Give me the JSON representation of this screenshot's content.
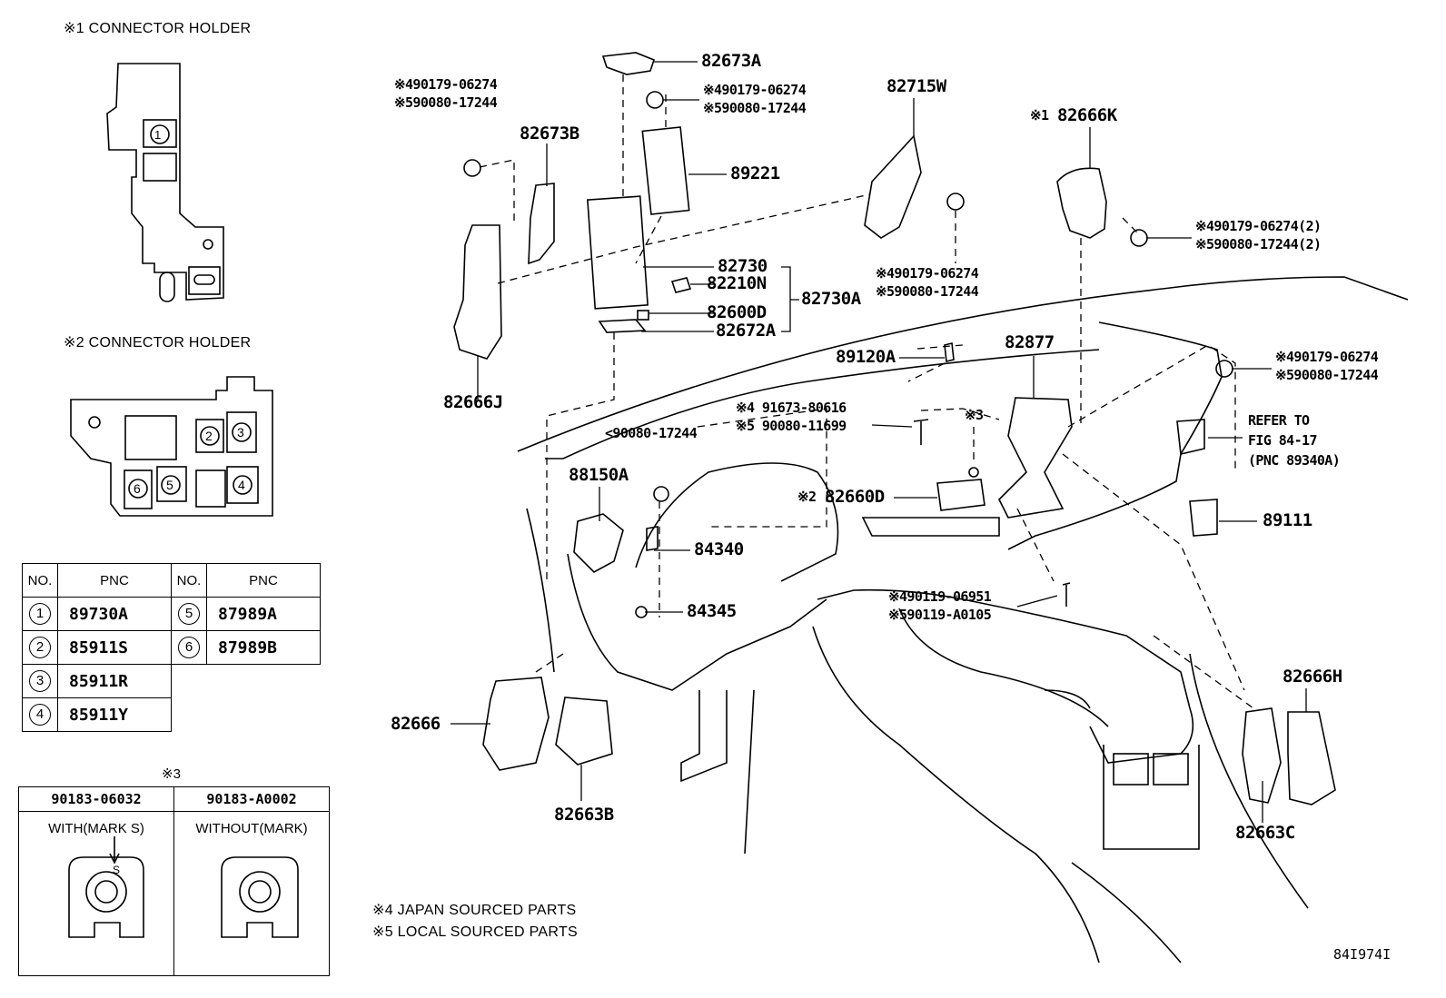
{
  "holder1": {
    "title": "※1 CONNECTOR HOLDER",
    "slot1": "1"
  },
  "holder2": {
    "title": "※2 CONNECTOR HOLDER",
    "slots": [
      "2",
      "3",
      "6",
      "5",
      "4"
    ]
  },
  "pnc_table": {
    "headers": [
      "NO.",
      "PNC",
      "NO.",
      "PNC"
    ],
    "rows": [
      {
        "no": "1",
        "pnc": "89730A",
        "no2": "5",
        "pnc2": "87989A"
      },
      {
        "no": "2",
        "pnc": "85911S",
        "no2": "6",
        "pnc2": "87989B"
      },
      {
        "no": "3",
        "pnc": "85911R"
      },
      {
        "no": "4",
        "pnc": "85911Y"
      }
    ]
  },
  "fastener_table": {
    "title": "※3",
    "col1": {
      "part": "90183-06032",
      "desc": "WITH(MARK S)",
      "mark": "S"
    },
    "col2": {
      "part": "90183-A0002",
      "desc": "WITHOUT(MARK)"
    }
  },
  "notes": [
    "※4 JAPAN SOURCED PARTS",
    "※5 LOCAL SOURCED PARTS"
  ],
  "figure_id": "84I974I",
  "labels": {
    "p82673A": "82673A",
    "p82673B": "82673B",
    "p89221": "89221",
    "p82730": "82730",
    "p82210N": "82210N",
    "p82600D": "82600D",
    "p82672A": "82672A",
    "p82730A": "82730A",
    "p82666J": "82666J",
    "p82715W": "82715W",
    "p82666K": "82666K",
    "p82666K_mark": "※1",
    "p89120A": "89120A",
    "p82877": "82877",
    "p88150A": "88150A",
    "p84340": "84340",
    "p84345": "84345",
    "p82660D": "82660D",
    "p82660D_mark": "※2",
    "p82666": "82666",
    "p82663B": "82663B",
    "p82666H": "82666H",
    "p82663C": "82663C",
    "p89111": "89111",
    "mark3": "※3",
    "refer1": "REFER TO",
    "refer2": "FIG 84-17",
    "refer3": "(PNC 89340A)",
    "clipA4": "※490179-06274",
    "clipA5": "※590080-17244",
    "clipB4": "※490179-06274",
    "clipB5": "※590080-17244",
    "clipC4": "※490179-06274",
    "clipC5": "※590080-17244",
    "clipD4": "※490179-06274(2)",
    "clipD5": "※590080-17244(2)",
    "clipE4": "※490179-06274",
    "clipE5": "※590080-17244",
    "bolt4": "※4 91673-80616",
    "bolt5": "※5 90080-11699",
    "clipF": "<90080-17244",
    "screw4": "※490119-06951",
    "screw5": "※590119-A0105"
  }
}
